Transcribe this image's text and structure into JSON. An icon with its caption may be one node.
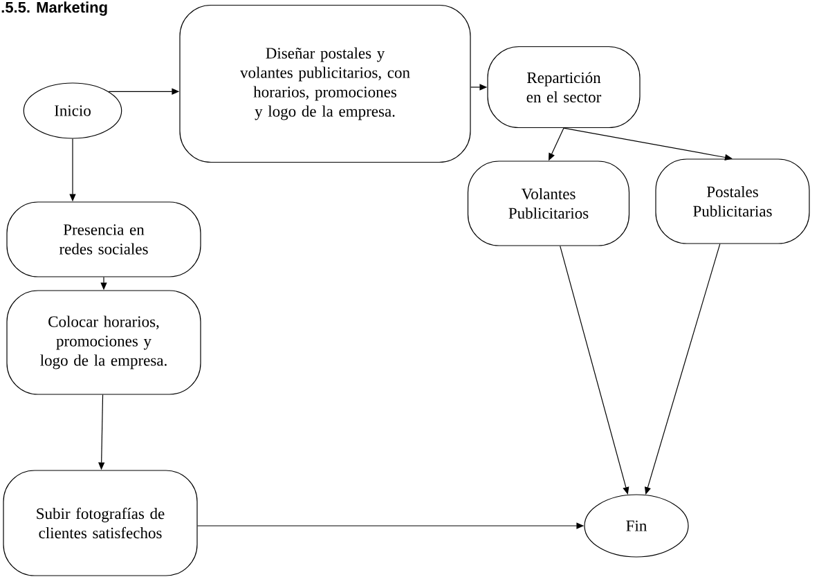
{
  "diagram": {
    "title": ".5.5. Marketing",
    "nodes": [
      {
        "text": [
          "Inicio"
        ]
      },
      {
        "text": [
          "Diseñar postales y volantes publicitarios, con horarios, promociones y logo de la empresa."
        ]
      },
      {
        "text": [
          "Repartición en el sector"
        ]
      },
      {
        "text": [
          "Presencia en redes sociales"
        ]
      },
      {
        "text": [
          "Volantes Publicitarios"
        ]
      },
      {
        "text": [
          "Postales Publicitarias"
        ]
      },
      {
        "text": [
          "Colocar horarios, promociones y logo de la empresa."
        ]
      },
      {
        "text": [
          "Subir fotografías de clientes satisfechos"
        ]
      },
      {
        "text": [
          "Fin"
        ]
      }
    ],
    "edges": [
      {
        "from": 0,
        "to": 1,
        "arrow": "to"
      },
      {
        "from": 1,
        "to": 2,
        "arrow": "to"
      },
      {
        "from": 0,
        "to": 3,
        "arrow": "to"
      },
      {
        "from": 2,
        "to": 4,
        "arrow": "to"
      },
      {
        "from": 2,
        "to": 5,
        "arrow": "to"
      },
      {
        "from": 3,
        "to": 6,
        "arrow": "to"
      },
      {
        "from": 6,
        "to": 7,
        "arrow": "to"
      },
      {
        "from": 7,
        "to": 8,
        "arrow": "to"
      },
      {
        "from": 4,
        "to": 8,
        "arrow": "to"
      },
      {
        "from": 5,
        "to": 8,
        "arrow": "to"
      }
    ]
  }
}
